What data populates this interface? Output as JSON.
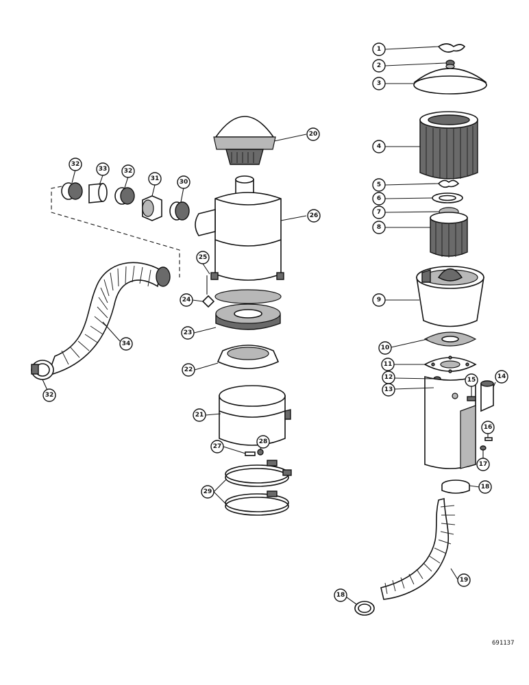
{
  "callouts": [
    {
      "id": "c1",
      "label": "1"
    },
    {
      "id": "c2",
      "label": "2"
    },
    {
      "id": "c3",
      "label": "3"
    },
    {
      "id": "c4",
      "label": "4"
    },
    {
      "id": "c5",
      "label": "5"
    },
    {
      "id": "c6",
      "label": "6"
    },
    {
      "id": "c7",
      "label": "7"
    },
    {
      "id": "c8",
      "label": "8"
    },
    {
      "id": "c9",
      "label": "9"
    },
    {
      "id": "c10",
      "label": "10"
    },
    {
      "id": "c11",
      "label": "11"
    },
    {
      "id": "c12",
      "label": "12"
    },
    {
      "id": "c13",
      "label": "13"
    },
    {
      "id": "c14",
      "label": "14"
    },
    {
      "id": "c15",
      "label": "15"
    },
    {
      "id": "c16",
      "label": "16"
    },
    {
      "id": "c17",
      "label": "17"
    },
    {
      "id": "c18a",
      "label": "18"
    },
    {
      "id": "c18b",
      "label": "18"
    },
    {
      "id": "c19",
      "label": "19"
    },
    {
      "id": "c20",
      "label": "20"
    },
    {
      "id": "c21",
      "label": "21"
    },
    {
      "id": "c22",
      "label": "22"
    },
    {
      "id": "c23",
      "label": "23"
    },
    {
      "id": "c24",
      "label": "24"
    },
    {
      "id": "c25",
      "label": "25"
    },
    {
      "id": "c26",
      "label": "26"
    },
    {
      "id": "c27",
      "label": "27"
    },
    {
      "id": "c28",
      "label": "28"
    },
    {
      "id": "c29",
      "label": "29"
    },
    {
      "id": "c30",
      "label": "30"
    },
    {
      "id": "c31",
      "label": "31"
    },
    {
      "id": "c32a",
      "label": "32"
    },
    {
      "id": "c32b",
      "label": "32"
    },
    {
      "id": "c32c",
      "label": "32"
    },
    {
      "id": "c33",
      "label": "33"
    },
    {
      "id": "c34",
      "label": "34"
    }
  ],
  "reference_number": "691137"
}
